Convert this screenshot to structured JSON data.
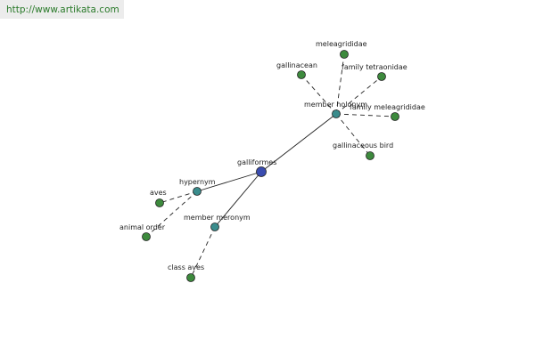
{
  "watermark": {
    "url": "http://www.artikata.com"
  },
  "colors": {
    "center": "#3a4cb0",
    "relation": "#3a8c8c",
    "leaf": "#3d8a3d",
    "node_stroke": "#222222",
    "edge": "#222222"
  },
  "graph": {
    "nodes": [
      {
        "id": "galliformes",
        "label": "galliformes",
        "kind": "center"
      },
      {
        "id": "member-holonym",
        "label": "member holonym",
        "kind": "relation"
      },
      {
        "id": "hypernym",
        "label": "hypernym",
        "kind": "relation"
      },
      {
        "id": "member-meronym",
        "label": "member meronym",
        "kind": "relation"
      },
      {
        "id": "meleagrididae",
        "label": "meleagrididae",
        "kind": "leaf"
      },
      {
        "id": "gallinacean",
        "label": "gallinacean",
        "kind": "leaf"
      },
      {
        "id": "family-tetraonidae",
        "label": "family tetraonidae",
        "kind": "leaf"
      },
      {
        "id": "family-meleagrididae",
        "label": "family meleagrididae",
        "kind": "leaf"
      },
      {
        "id": "gallinaceous-bird",
        "label": "gallinaceous bird",
        "kind": "leaf"
      },
      {
        "id": "aves",
        "label": "aves",
        "kind": "leaf"
      },
      {
        "id": "animal-order",
        "label": "animal order",
        "kind": "leaf"
      },
      {
        "id": "class-aves",
        "label": "class aves",
        "kind": "leaf"
      }
    ],
    "edges": [
      {
        "from": "galliformes",
        "to": "member-holonym",
        "style": "solid"
      },
      {
        "from": "galliformes",
        "to": "hypernym",
        "style": "solid"
      },
      {
        "from": "galliformes",
        "to": "member-meronym",
        "style": "solid"
      },
      {
        "from": "member-holonym",
        "to": "meleagrididae",
        "style": "dashed"
      },
      {
        "from": "member-holonym",
        "to": "gallinacean",
        "style": "dashed"
      },
      {
        "from": "member-holonym",
        "to": "family-tetraonidae",
        "style": "dashed"
      },
      {
        "from": "member-holonym",
        "to": "family-meleagrididae",
        "style": "dashed"
      },
      {
        "from": "member-holonym",
        "to": "gallinaceous-bird",
        "style": "dashed"
      },
      {
        "from": "hypernym",
        "to": "aves",
        "style": "dashed"
      },
      {
        "from": "hypernym",
        "to": "animal-order",
        "style": "dashed"
      },
      {
        "from": "member-meronym",
        "to": "class-aves",
        "style": "dashed"
      }
    ]
  }
}
